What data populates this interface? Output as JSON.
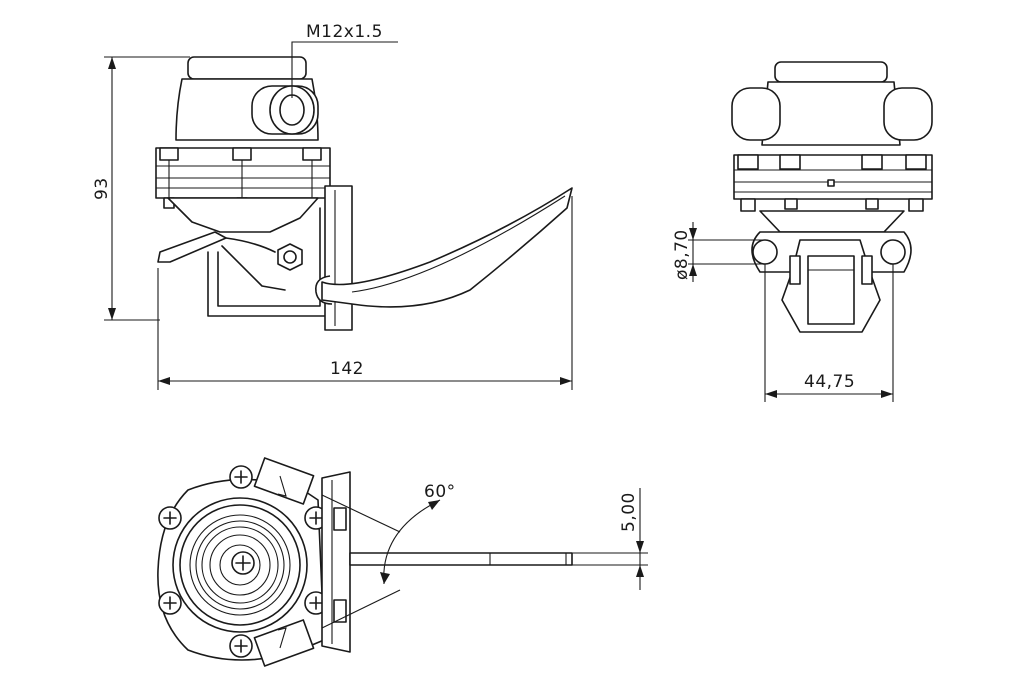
{
  "labels": {
    "thread": "M12x1.5",
    "height": "93",
    "length": "142",
    "hole_diameter": "ø8,70",
    "width": "44,75",
    "angle": "60°",
    "offset": "5,00"
  }
}
